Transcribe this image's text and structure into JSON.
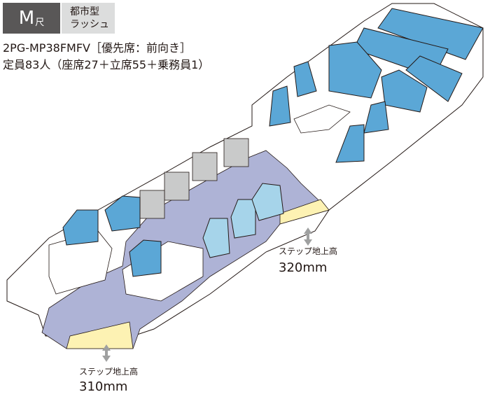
{
  "badge": {
    "size_main": "M",
    "size_sub": "尺",
    "type_line1": "都市型",
    "type_line2": "ラッシュ"
  },
  "model_line": "2PG-MP38FMFV［優先席：前向き］",
  "capacity_line": "定員83人（座席27＋立席55＋乗務員1）",
  "steps": {
    "rear": {
      "label": "ステップ地上高",
      "value": "320mm"
    },
    "front": {
      "label": "ステップ地上高",
      "value": "310mm"
    }
  },
  "colors": {
    "floor": "#aeb3d6",
    "seat": "#5ba7d6",
    "priority_seat": "#a6d4ea",
    "step_strip": "#fdf2b3",
    "badge_dark": "#595757",
    "badge_light": "#dcdddd",
    "arrow": "#9fa0a0"
  }
}
